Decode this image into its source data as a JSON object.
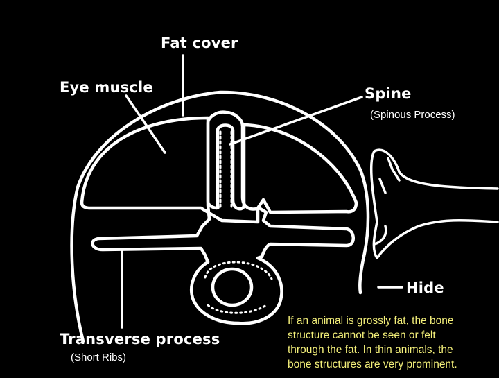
{
  "labels": {
    "fat_cover": "Fat cover",
    "eye_muscle": "Eye muscle",
    "spine": "Spine",
    "spinous_process": "(Spinous Process)",
    "hide": "Hide",
    "transverse_process": "Transverse process",
    "short_ribs": "(Short Ribs)"
  },
  "note_lines": [
    "If an animal is grossly fat, the bone",
    "structure cannot be seen or felt",
    "through the fat. In thin animals, the",
    "bone structures are very prominent."
  ],
  "colors": {
    "background": "#000000",
    "line": "#ffffff",
    "note_text": "#f4f07a"
  }
}
